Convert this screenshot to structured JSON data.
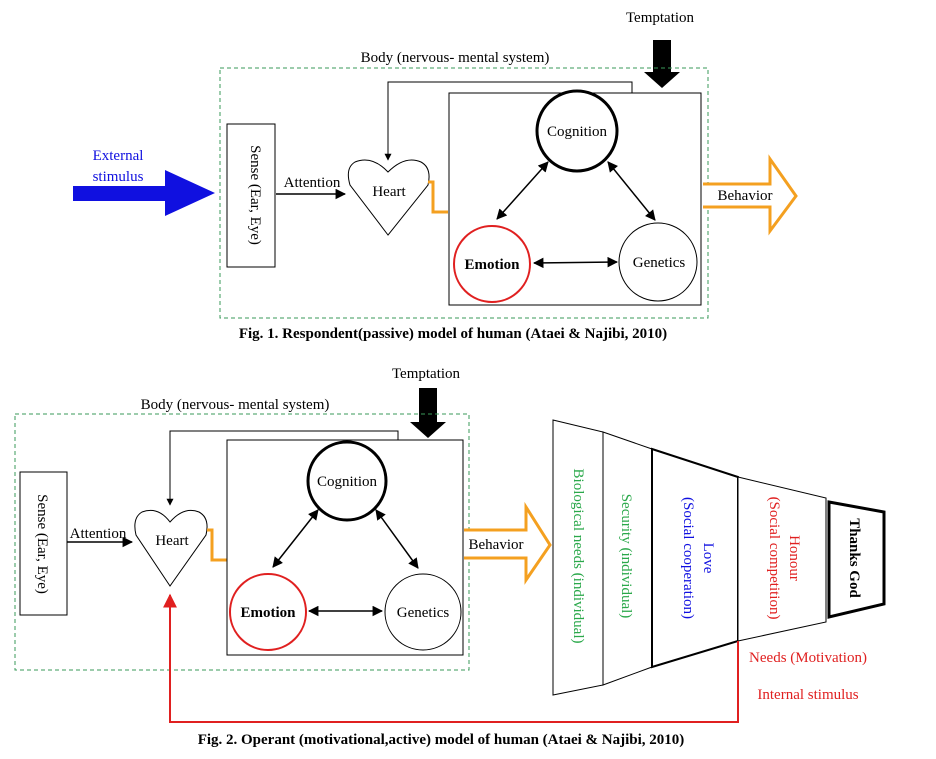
{
  "fig1": {
    "temptation": "Temptation",
    "body_label": "Body (nervous- mental system)",
    "external_stimulus_line1": "External",
    "external_stimulus_line2": "stimulus",
    "sense": "Sense (Ear, Eye)",
    "attention": "Attention",
    "heart": "Heart",
    "cognition": "Cognition",
    "emotion": "Emotion",
    "genetics": "Genetics",
    "behavior": "Behavior",
    "caption": "Fig. 1. Respondent(passive) model of human (Ataei & Najibi, 2010)"
  },
  "fig2": {
    "temptation": "Temptation",
    "body_label": "Body (nervous- mental system)",
    "sense": "Sense (Ear, Eye)",
    "attention": "Attention",
    "heart": "Heart",
    "cognition": "Cognition",
    "emotion": "Emotion",
    "genetics": "Genetics",
    "behavior": "Behavior",
    "biological_needs": "Biological needs (individual)",
    "security": "Security (individual)",
    "love": "Love",
    "love_sub": "(Social cooperation)",
    "honour": "Honour",
    "honour_sub": "(Social competition)",
    "thanks_god": "Thanks God",
    "needs_motivation": "Needs (Motivation)",
    "internal_stimulus": "Internal stimulus",
    "caption": "Fig. 2. Operant (motivational,active) model of human (Ataei & Najibi, 2010)"
  },
  "colors": {
    "blue": "#1010e0",
    "green": "#2aa84a",
    "red": "#e02020",
    "orange": "#f4a020",
    "black": "#000000",
    "dashed_green": "#3a9a5a"
  }
}
